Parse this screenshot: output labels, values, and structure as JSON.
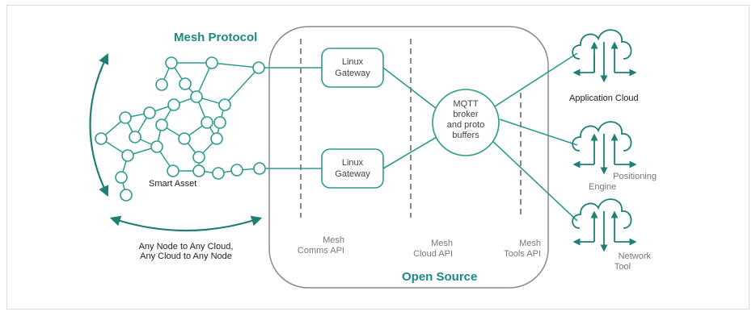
{
  "title": "Mesh Protocol",
  "smart_asset": "Smart Asset",
  "any_node": [
    "Any Node to Any Cloud,",
    "Any Cloud to Any Node"
  ],
  "gateway_top": [
    "Linux",
    "Gateway"
  ],
  "gateway_bottom": [
    "Linux",
    "Gateway"
  ],
  "broker": [
    "MQTT",
    "broker",
    "and proto",
    "buffers"
  ],
  "apis": {
    "comms": [
      "Mesh",
      "Comms API"
    ],
    "cloud": [
      "Mesh",
      "Cloud API"
    ],
    "tools": [
      "Mesh",
      "Tools API"
    ]
  },
  "open_source": "Open Source",
  "clouds": {
    "application": "Application Cloud",
    "positioning": [
      "Positioning",
      "Engine"
    ],
    "network": [
      "Network",
      "Tool"
    ]
  },
  "colors": {
    "teal": "#1f8a80",
    "line": "#2e9a8f",
    "gray": "#8a8a8a"
  },
  "icons": [
    "cloud-upload-download-icon",
    "mesh-node-icon"
  ]
}
